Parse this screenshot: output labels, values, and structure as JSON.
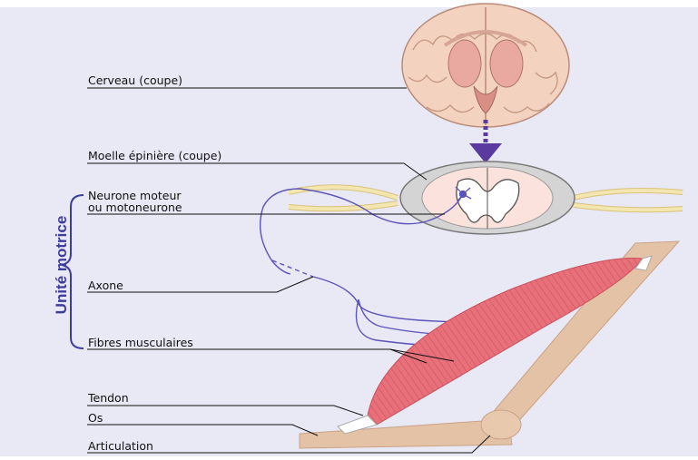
{
  "labels": {
    "cerveau": "Cerveau (coupe)",
    "moelle": "Moelle épinière (coupe)",
    "neurone_line1": "Neurone moteur",
    "neurone_line2": "ou motoneurone",
    "axone": "Axone",
    "fibres": "Fibres musculaires",
    "tendon": "Tendon",
    "os": "Os",
    "articulation": "Articulation",
    "unite_motrice": "Unité motrice"
  },
  "colors": {
    "background": "#e9e8f5",
    "neuron": "#5a55b8",
    "arrow": "#5b3aa0",
    "muscle": "#e8707a",
    "bone": "#e4c2a6",
    "brain": "#f3d3c0",
    "nerve": "#f3e6b0"
  }
}
